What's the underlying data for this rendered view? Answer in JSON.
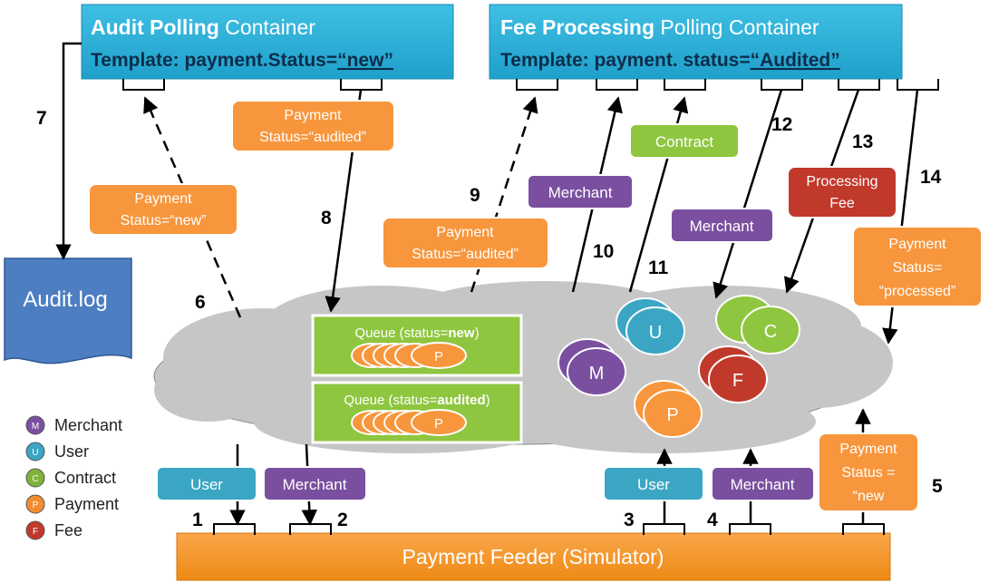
{
  "containers": {
    "audit": {
      "bold": "Audit Polling",
      "rest": " Container",
      "template_prefix": "Template: payment.Status=",
      "template_value": "“new”"
    },
    "fee": {
      "bold": "Fee Processing",
      "rest": " Polling Container",
      "template_prefix": "Template: payment. status=",
      "template_value": "“Audited”"
    }
  },
  "audit_log": "Audit.log",
  "feeder": "Payment Feeder (Simulator)",
  "queues": {
    "new": {
      "prefix": "Queue (status=",
      "bold": "new",
      "suffix": ")"
    },
    "audited": {
      "prefix": "Queue (status=",
      "bold": "audited",
      "suffix": ")"
    }
  },
  "letters": {
    "merchant": "M",
    "user": "U",
    "contract": "C",
    "payment": "P",
    "fee": "F"
  },
  "legend": [
    {
      "letter": "M",
      "label": "Merchant",
      "color": "#7a4fa0"
    },
    {
      "letter": "U",
      "label": "User",
      "color": "#3aa6c4"
    },
    {
      "letter": "C",
      "label": "Contract",
      "color": "#7fb33a"
    },
    {
      "letter": "P",
      "label": "Payment",
      "color": "#f28c30"
    },
    {
      "letter": "F",
      "label": "Fee",
      "color": "#c0392b"
    }
  ],
  "labels": {
    "payment_new_left": [
      "Payment",
      "Status=“new”"
    ],
    "payment_audited_top": [
      "Payment",
      "Status=“audited”"
    ],
    "payment_audited_mid": [
      "Payment",
      "Status=“audited”"
    ],
    "contract": "Contract",
    "merchant_9": "Merchant",
    "merchant_12": "Merchant",
    "processing_fee": [
      "Processing",
      "Fee"
    ],
    "payment_processed": [
      "Payment",
      "Status=",
      "“processed”"
    ],
    "payment_new_right": [
      "Payment",
      "Status =",
      "“new"
    ],
    "user_left": "User",
    "merchant_left": "Merchant",
    "user_right": "User",
    "merchant_right": "Merchant"
  },
  "steps": [
    "1",
    "2",
    "3",
    "4",
    "5",
    "6",
    "7",
    "8",
    "9",
    "10",
    "11",
    "12",
    "13",
    "14"
  ],
  "colors": {
    "container_fill": "#2fb1d8",
    "container_text": "#ffffff",
    "container_template": "#0d2d4a",
    "orange": "#f7963c",
    "green": "#8ec63f",
    "purple": "#7a4fa0",
    "cyan": "#3aa6c4",
    "red": "#c0392b",
    "feeder": "#f7941d",
    "audit_log": "#4d7ec2",
    "cloud": "#c8c8c8"
  }
}
